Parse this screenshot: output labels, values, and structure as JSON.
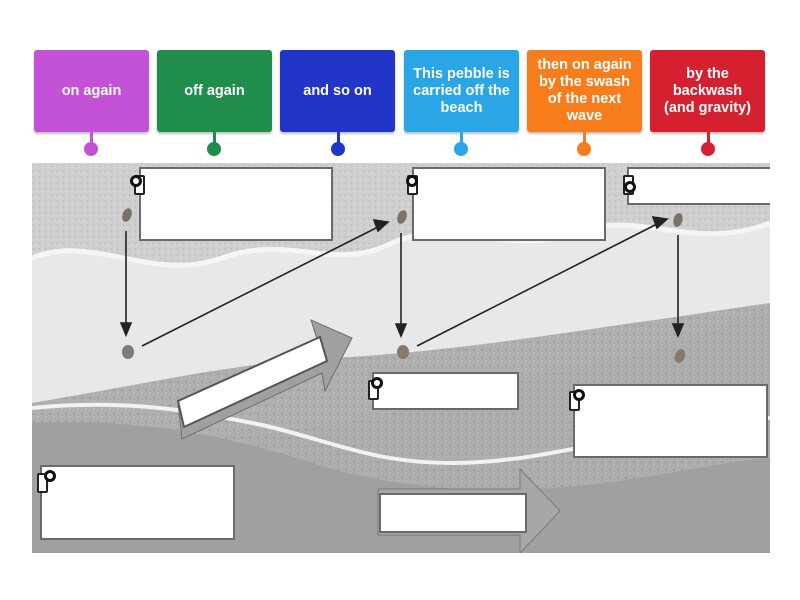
{
  "labels": [
    {
      "text": "on again",
      "color": "#c452d6"
    },
    {
      "text": "off again",
      "color": "#218d4c"
    },
    {
      "text": "and so on",
      "color": "#2136c9"
    },
    {
      "text": "This pebble is carried off the beach",
      "color": "#2aa6e6"
    },
    {
      "text": "then on again by the swash of the next wave",
      "color": "#f77c1b"
    },
    {
      "text": "by the backwash (and gravity)",
      "color": "#d4202f"
    }
  ],
  "colors": {
    "sand": "#cfcfcf",
    "wave_foam": "#e6e6e6",
    "drop_border": "#6a6a6a",
    "arrow_line": "#222222"
  },
  "icons": {
    "pin": "pin-icon",
    "pebble": "pebble-icon",
    "swash_arrow": "swash-arrow-icon",
    "backwash_arrow": "backwash-arrow-icon"
  }
}
